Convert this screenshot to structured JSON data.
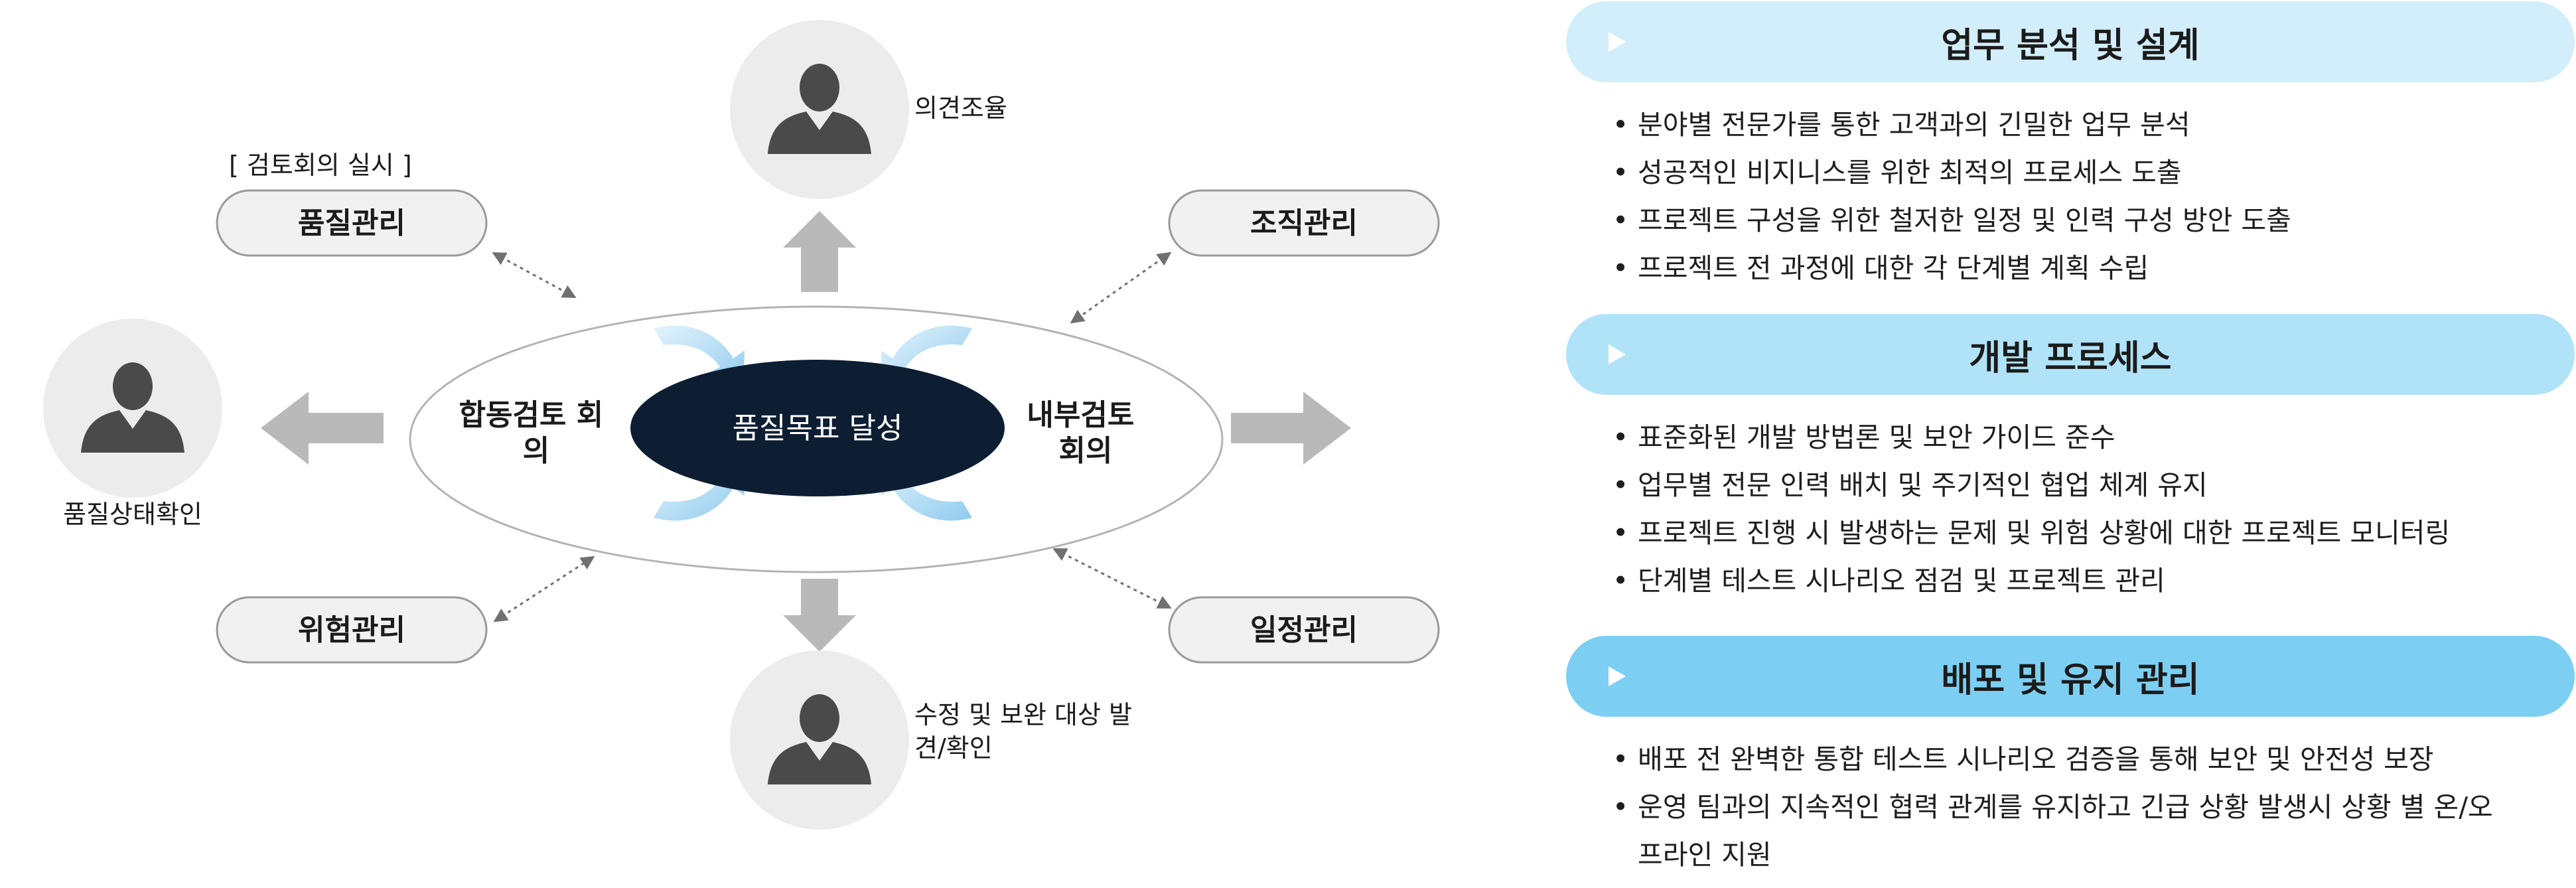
{
  "diagram": {
    "center_label": "품질목표 달성",
    "joint_review_label": "합동검토 회의",
    "internal_review_label": "내부검토 회의",
    "top_person_caption": "의견조율",
    "left_person_caption": "품질상태확인",
    "bottom_person_caption": "수정 및 보완 대상 발견/확인",
    "review_meeting_note": "[ 검토회의 실시 ]",
    "pills": {
      "quality": "품질관리",
      "organization": "조직관리",
      "risk": "위험관리",
      "schedule": "일정관리"
    }
  },
  "panels": [
    {
      "title": "업무 분석 및 설계",
      "items": [
        "분야별 전문가를 통한 고객과의 긴밀한 업무 분석",
        "성공적인 비지니스를 위한 최적의 프로세스 도출",
        "프로젝트 구성을 위한 철저한 일정 및 인력 구성 방안 도출",
        "프로젝트 전 과정에 대한 각 단계별 계획 수립"
      ]
    },
    {
      "title": "개발 프로세스",
      "items": [
        "표준화된 개발 방법론 및 보안 가이드 준수",
        "업무별 전문 인력 배치 및 주기적인 협업 체계 유지",
        "프로젝트 진행 시 발생하는 문제 및 위험 상황에 대한 프로젝트 모니터링",
        "단계별 테스트 시나리오 점검 및 프로젝트 관리"
      ]
    },
    {
      "title": "배포 및 유지 관리",
      "items": [
        "배포 전 완벽한 통합 테스트 시나리오 검증을 통해 보안 및 안전성 보장",
        "운영 팀과의 지속적인 협력 관계를 유지하고 긴급 상황 발생시 상황 별 온/오프라인 지원"
      ]
    }
  ],
  "bullet_char": "•",
  "colors": {
    "center_fill": "#0d1e33",
    "person_circle": "#ececec",
    "person_figure": "#4a4a4a",
    "arrow_gray": "#b9b9b9",
    "pill_fill": "#f1f1f1",
    "pill_border": "#9a9a9a",
    "curved_arrow": "#9fd2f0",
    "panel_light": "#d3eefb",
    "panel_mid": "#b1e3f8",
    "panel_deep": "#7ccff2"
  }
}
